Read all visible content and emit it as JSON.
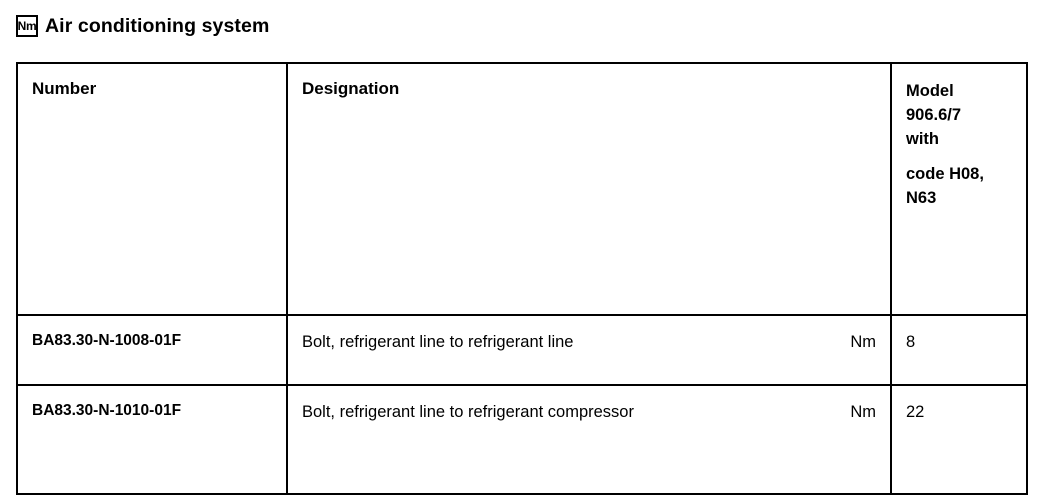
{
  "header": {
    "badge_label": "Nm",
    "badge_icon": "torque-nm-icon",
    "title": "Air conditioning system"
  },
  "table": {
    "columns": [
      {
        "key": "number",
        "label": "Number"
      },
      {
        "key": "designation",
        "label": "Designation"
      },
      {
        "key": "model",
        "label_lines_block1": "Model\n906.6/7\nwith",
        "label_line_1": "Model",
        "label_line_2": "906.6/7",
        "label_line_3": "with",
        "label_line_4": "code H08,",
        "label_line_5": "N63"
      }
    ],
    "rows": [
      {
        "number": "BA83.30-N-1008-01F",
        "designation": "Bolt, refrigerant line to refrigerant line",
        "unit": "Nm",
        "value": "8"
      },
      {
        "number": "BA83.30-N-1010-01F",
        "designation": "Bolt, refrigerant line to refrigerant compressor",
        "unit": "Nm",
        "value": "22"
      }
    ]
  },
  "colors": {
    "text": "#000000",
    "background": "#ffffff",
    "border": "#000000"
  }
}
